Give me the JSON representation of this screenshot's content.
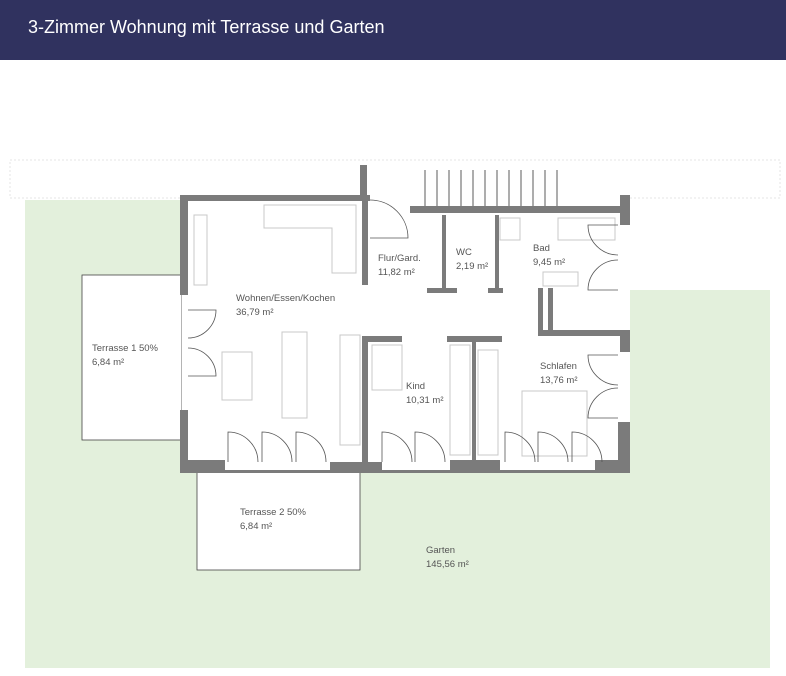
{
  "header": {
    "title": "3-Zimmer Wohnung mit Terrasse und Garten"
  },
  "rooms": [
    {
      "name": "Wohnen/Essen/Kochen",
      "area": "36,79 m²"
    },
    {
      "name": "Flur/Gard.",
      "area": "11,82  m²"
    },
    {
      "name": "WC",
      "area": "2,19 m²"
    },
    {
      "name": "Bad",
      "area": "9,45 m²"
    },
    {
      "name": "Kind",
      "area": "10,31 m²"
    },
    {
      "name": "Schlafen",
      "area": "13,76 m²"
    },
    {
      "name": "Terrasse 1 50%",
      "area": "6,84 m²"
    },
    {
      "name": "Terrasse 2 50%",
      "area": "6,84 m²"
    },
    {
      "name": "Garten",
      "area": "145,56 m²"
    }
  ],
  "colors": {
    "header": "#30325f",
    "garden": "#e3f0dc",
    "wall": "#7b7b7b",
    "furniture": "#c8c8c8"
  }
}
